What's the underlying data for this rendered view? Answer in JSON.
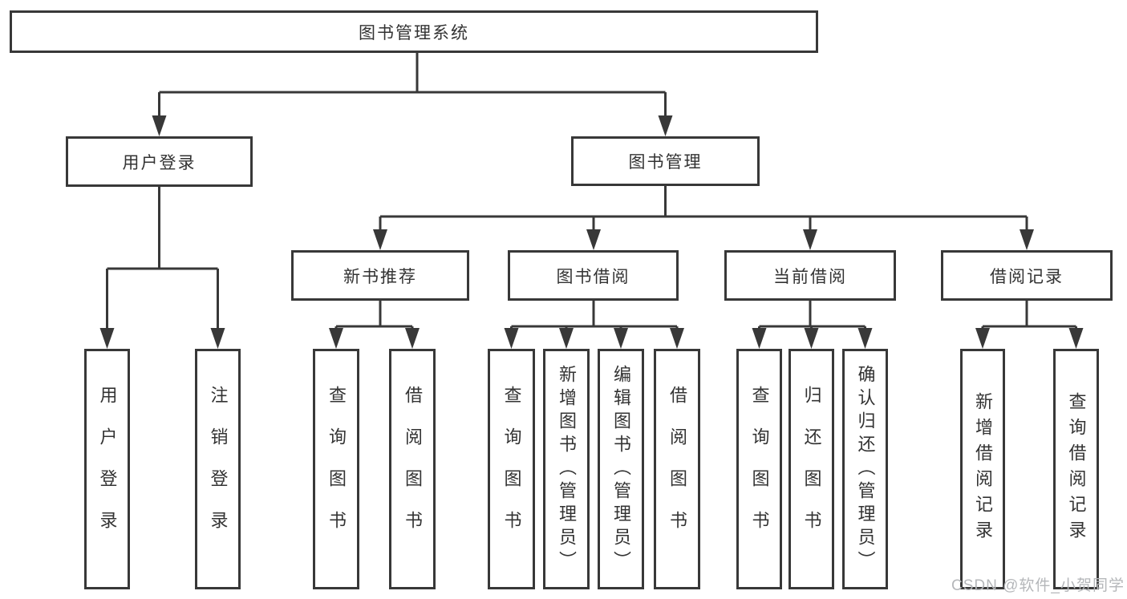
{
  "tree": {
    "root_label": "图书管理系统",
    "user_login": {
      "label": "用户登录",
      "children": [
        "用户登录",
        "注销登录"
      ]
    },
    "book_management": {
      "label": "图书管理",
      "new_book_recommend": {
        "label": "新书推荐",
        "children": [
          "查询图书",
          "借阅图书"
        ]
      },
      "book_borrow": {
        "label": "图书借阅",
        "children": [
          "查询图书",
          "新增图书（管理员）",
          "编辑图书（管理员）",
          "借阅图书"
        ]
      },
      "current_borrow": {
        "label": "当前借阅",
        "children": [
          "查询图书",
          "归还图书",
          "确认归还（管理员）"
        ]
      },
      "borrow_record": {
        "label": "借阅记录",
        "children": [
          "新增借阅记录",
          "查询借阅记录"
        ]
      }
    }
  },
  "watermark": {
    "text": "CSDN @软件_小贺同学"
  },
  "colors": {
    "line": "#383838",
    "box_border": "#383838",
    "text": "#333333",
    "watermark": "#b5b7ba",
    "background": "#ffffff"
  }
}
